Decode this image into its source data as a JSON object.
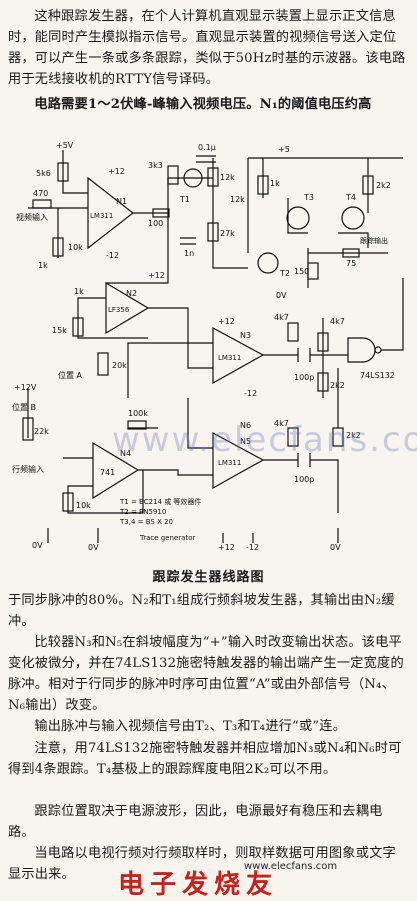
{
  "paragraphs": {
    "p1": "这种跟踪发生器，在个人计算机直观显示装置上显示正文信息时，能同时产生模拟指示信号。直观显示装置的视频信号送入定位器，可以产生一条或多条跟踪，类似于50Hz时基的示波器。该电路用于无线接收机的RTTY信号译码。",
    "p2": "电路需要1～2伏峰-峰输入视频电压。N₁的阈值电压约高",
    "p3": "于同步脉冲的80%。N₂和T₁组成行频斜坡发生器，其输出由N₂缓冲。",
    "p4": "比较器N₃和N₅在斜坡幅度为“+”输入时改变输出状态。该电平变化被微分，并在74LS132施密特触发器的输出端产生一定宽度的脉冲。相对于行同步的脉冲时序可由位置“A”或由外部信号（N₄、N₆输出）改变。",
    "p5": "输出脉冲与输入视频信号由T₂、T₃和T₄进行“或”连。",
    "p6": "注意，用74LS132施密特触发器并相应增加N₃或N₄和N₆时可得到4条跟踪。T₄基极上的跟踪辉度电阻2K₂可以不用。",
    "p7": "跟踪位置取决于电源波形，因此，电源最好有稳压和去耦电路。",
    "p8": "当电路以电视行频对行频取样时，则取样数据可用图象或文字显示出来。"
  },
  "caption": "跟踪发生器线路图",
  "schematic": {
    "labels": {
      "vplus5_a": "+5V",
      "r5k6": "5k6",
      "r470": "470",
      "video_in": "视频输入",
      "r1k": "1k",
      "r10k_a": "10k",
      "n1": "LM311",
      "n1_tag": "N1",
      "p12_a": "+12",
      "m12_a": "-12",
      "r3k3": "3k3",
      "r100": "100",
      "t1": "T1",
      "c01u": "0.1μ",
      "c1n": "1n",
      "r12k": "12k",
      "r27k": "27k",
      "vplus5_b": "+5",
      "r1k_b": "1k",
      "t2": "T2",
      "t3": "T3",
      "t4": "T4",
      "r2k2_a": "2k2",
      "trace_out": "跟踪输出",
      "r75": "75",
      "r150": "150",
      "gnd": "0V",
      "p12_b": "+12",
      "n2": "LF356",
      "n2_tag": "N2",
      "r15k": "15k",
      "r20k": "20k",
      "pos_a": "位置 A",
      "pos_b": "位置 B",
      "n3": "LM311",
      "n3_tag": "N3",
      "r4k7_a": "4k7",
      "c100p_a": "100p",
      "ic74": "74LS132",
      "r4k7_b": "4k7",
      "r2k2_b": "2k2",
      "vplus12": "+12V",
      "r22k": "22k",
      "r100k": "100k",
      "line_in": "行频输入",
      "r10k_b": "10k",
      "n4": "741",
      "n4_tag": "N4",
      "n5": "LM311",
      "n5_tag": "N5",
      "r4k7_c": "4k7",
      "c100p_b": "100p",
      "r2k2_c": "2k2",
      "parts1": "T1 = BC214 或 等效器件",
      "parts2": "T2 = PN5910",
      "parts3": "T3,4 = BS X 20",
      "title": "Trace generator",
      "p12_c": "+12",
      "m12_c": "-12",
      "p12_d": "+12",
      "m12_d": "-12",
      "n6_tag": "N6",
      "r1k_c": "1k",
      "r12k_b": "12k"
    }
  },
  "watermarks": {
    "mid": "www.elecfans.com",
    "bottom": "电子发烧友",
    "site": "www.elecfans.com"
  },
  "colors": {
    "ink": "#111111",
    "paper": "#f7f5ee",
    "watermark_red": "#c8201c"
  }
}
